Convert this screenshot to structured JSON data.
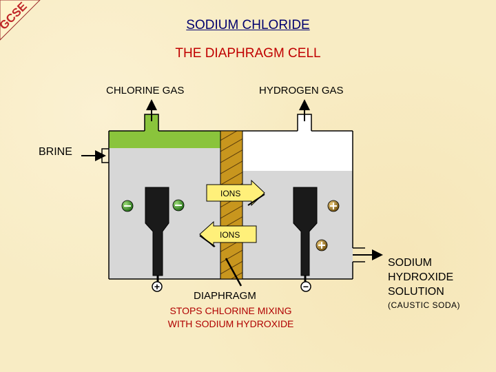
{
  "logo": {
    "text": "GCSE"
  },
  "title": "SODIUM CHLORIDE",
  "subtitle": "THE DIAPHRAGM CELL",
  "labels": {
    "chlorine_gas": "CHLORINE GAS",
    "hydrogen_gas": "HYDROGEN GAS",
    "brine": "BRINE",
    "ions_top": "IONS",
    "ions_bottom": "IONS",
    "diaphragm": "DIAPHRAGM",
    "stops_line1": "STOPS CHLORINE MIXING",
    "stops_line2": "WITH SODIUM HYDROXIDE",
    "naoh_line1": "SODIUM",
    "naoh_line2": "HYDROXIDE",
    "naoh_line3": "SOLUTION",
    "caustic": "(CAUSTIC SODA)",
    "anode_sign": "+",
    "cathode_sign": "−"
  },
  "colors": {
    "background": "#f8ecc4",
    "title": "#00006e",
    "subtitle": "#c00000",
    "electrolyte": "#d7d7d7",
    "chlorine_space": "#8ac43c",
    "hydrogen_space": "#ffffff",
    "diaphragm": "#c8961e",
    "ion_arrow": "#fff07a",
    "chloride_ion": "#3c8c28",
    "sodium_ion": "#a07818"
  }
}
